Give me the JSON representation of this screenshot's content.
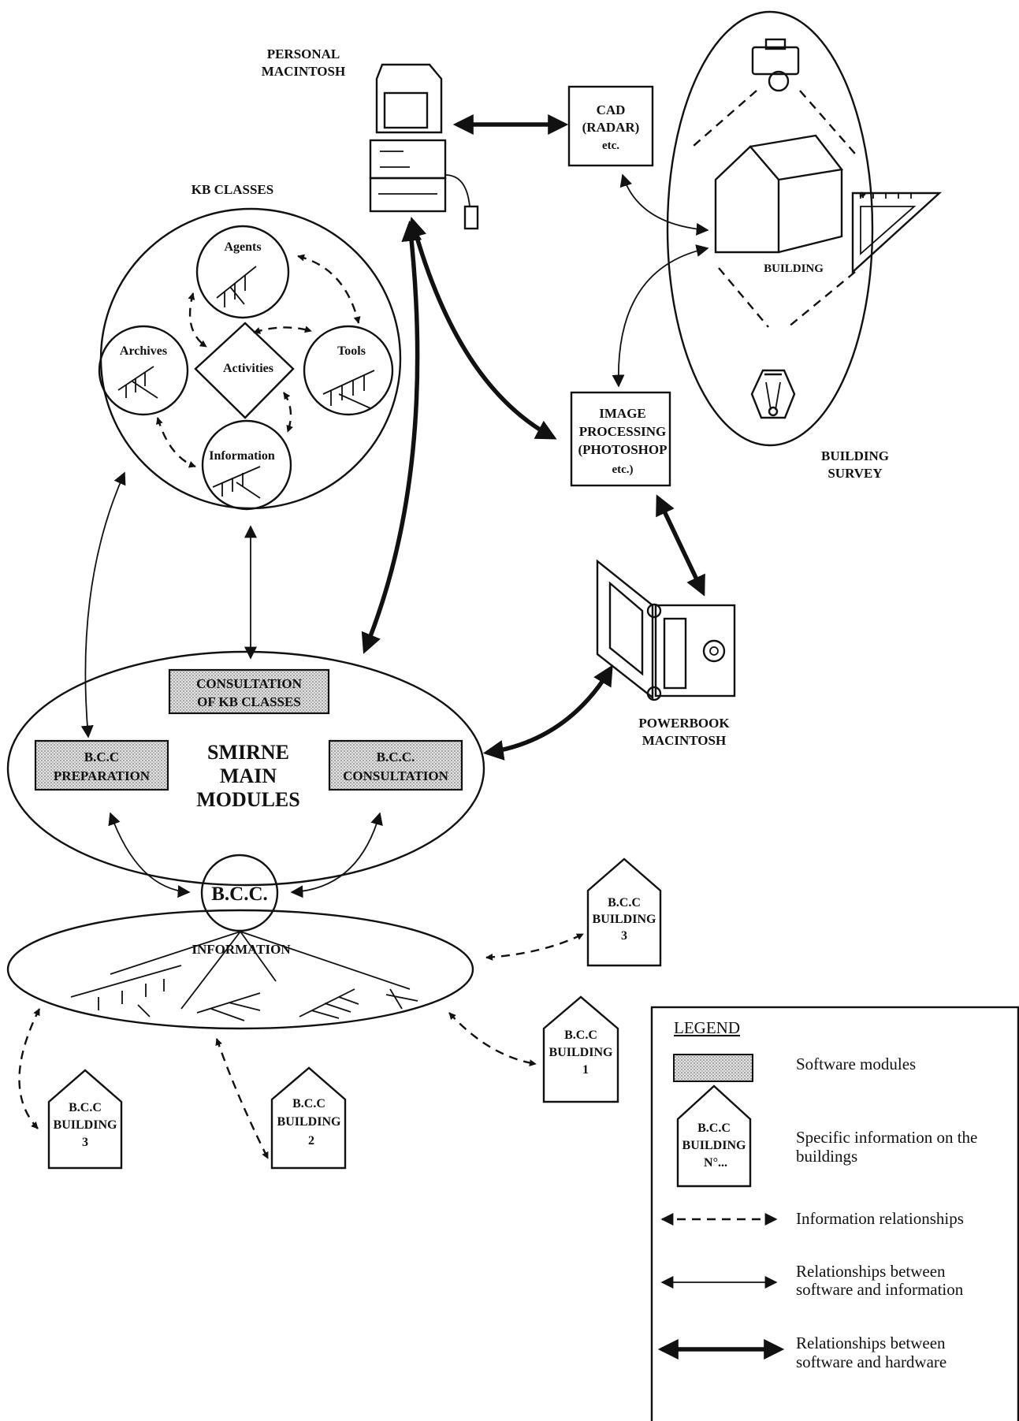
{
  "hardware": {
    "personal_mac": [
      "PERSONAL",
      "MACINTOSH"
    ],
    "powerbook": [
      "POWERBOOK",
      "MACINTOSH"
    ]
  },
  "tools": {
    "cad": [
      "CAD",
      "(RADAR)",
      "etc."
    ],
    "image_processing": [
      "IMAGE",
      "PROCESSING",
      "(PHOTOSHOP",
      "etc.)"
    ]
  },
  "survey": {
    "building": "BUILDING",
    "title": [
      "BUILDING",
      "SURVEY"
    ]
  },
  "kb": {
    "title": "KB CLASSES",
    "agents": "Agents",
    "archives": "Archives",
    "activities": "Activities",
    "tools": "Tools",
    "information": "Information"
  },
  "smirne": {
    "consultation_kb": [
      "CONSULTATION",
      "OF KB CLASSES"
    ],
    "title": [
      "SMIRNE",
      "MAIN",
      "MODULES"
    ],
    "bcc_preparation": [
      "B.C.C",
      "PREPARATION"
    ],
    "bcc_consultation": [
      "B.C.C.",
      "CONSULTATION"
    ]
  },
  "bcc": {
    "center": "B.C.C.",
    "information": "INFORMATION"
  },
  "buildings": {
    "top_right": [
      "B.C.C",
      "BUILDING",
      "3"
    ],
    "right": [
      "B.C.C",
      "BUILDING",
      "1"
    ],
    "left": [
      "B.C.C",
      "BUILDING",
      "3"
    ],
    "middle": [
      "B.C.C",
      "BUILDING",
      "2"
    ]
  },
  "legend": {
    "title": "LEGEND",
    "software_modules": "Software modules",
    "building_icon": [
      "B.C.C",
      "BUILDING",
      "N°..."
    ],
    "specific_info": [
      "Specific information on the",
      "buildings"
    ],
    "info_rel": "Information relationships",
    "sw_info_rel": [
      "Relationships between",
      "software and information"
    ],
    "sw_hw_rel": [
      "Relationships between",
      "software and hardware"
    ]
  }
}
